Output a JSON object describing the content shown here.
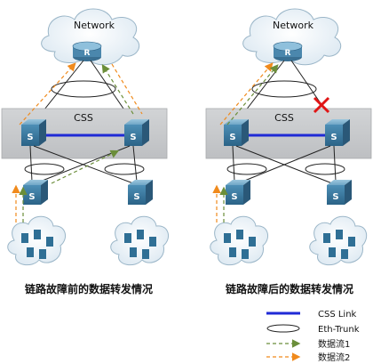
{
  "panels": [
    {
      "network_label": "Network",
      "router_label": "R",
      "css_label": "CSS",
      "core_switch_labels": [
        "S",
        "S"
      ],
      "access_switch_labels": [
        "S",
        "S"
      ],
      "caption": "链路故障前的数据转发情况",
      "link_failed": false
    },
    {
      "network_label": "Network",
      "router_label": "R",
      "css_label": "CSS",
      "core_switch_labels": [
        "S",
        "S"
      ],
      "access_switch_labels": [
        "S",
        "S"
      ],
      "caption": "链路故障后的数据转发情况",
      "link_failed": true
    }
  ],
  "legend": {
    "css_link": "CSS Link",
    "eth_trunk": "Eth-Trunk",
    "flow1": "数据流1",
    "flow2": "数据流2"
  },
  "colors": {
    "css_link": "#1f2ad6",
    "flow1": "#6b8e3a",
    "flow2": "#f08a1c",
    "css_band": "#c7c9cc",
    "switch": "#3f7fa3",
    "failure_mark": "#e01515"
  }
}
